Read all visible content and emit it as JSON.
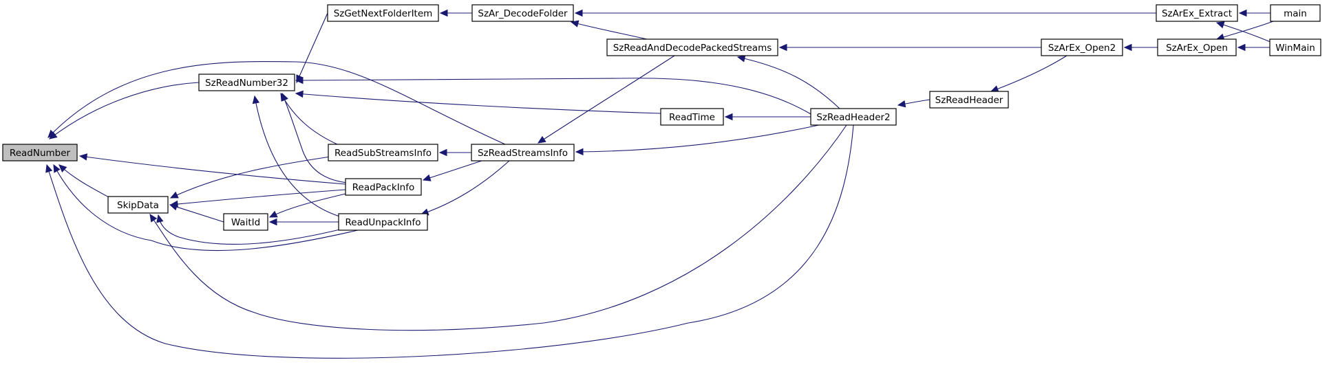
{
  "colors": {
    "edge": "#191970",
    "node_fill": "#ffffff",
    "root_fill": "#bfbfbf",
    "node_border": "#000000"
  },
  "nodes": [
    {
      "id": "ReadNumber",
      "label": "ReadNumber",
      "root": true
    },
    {
      "id": "SzReadNumber32",
      "label": "SzReadNumber32"
    },
    {
      "id": "SkipData",
      "label": "SkipData"
    },
    {
      "id": "WaitId",
      "label": "WaitId"
    },
    {
      "id": "SzGetNextFolderItem",
      "label": "SzGetNextFolderItem"
    },
    {
      "id": "ReadSubStreamsInfo",
      "label": "ReadSubStreamsInfo"
    },
    {
      "id": "ReadPackInfo",
      "label": "ReadPackInfo"
    },
    {
      "id": "ReadUnpackInfo",
      "label": "ReadUnpackInfo"
    },
    {
      "id": "SzAr_DecodeFolder",
      "label": "SzAr_DecodeFolder"
    },
    {
      "id": "SzReadStreamsInfo",
      "label": "SzReadStreamsInfo"
    },
    {
      "id": "SzReadAndDecodePackedStreams",
      "label": "SzReadAndDecodePackedStreams"
    },
    {
      "id": "ReadTime",
      "label": "ReadTime"
    },
    {
      "id": "SzReadHeader2",
      "label": "SzReadHeader2"
    },
    {
      "id": "SzReadHeader",
      "label": "SzReadHeader"
    },
    {
      "id": "SzArEx_Open2",
      "label": "SzArEx_Open2"
    },
    {
      "id": "SzArEx_Extract",
      "label": "SzArEx_Extract"
    },
    {
      "id": "SzArEx_Open",
      "label": "SzArEx_Open"
    },
    {
      "id": "main",
      "label": "main"
    },
    {
      "id": "WinMain",
      "label": "WinMain"
    }
  ],
  "edges": [
    {
      "from": "SzReadNumber32",
      "to": "ReadNumber"
    },
    {
      "from": "SkipData",
      "to": "ReadNumber"
    },
    {
      "from": "SzReadStreamsInfo",
      "to": "ReadNumber"
    },
    {
      "from": "ReadPackInfo",
      "to": "ReadNumber"
    },
    {
      "from": "ReadUnpackInfo",
      "to": "ReadNumber"
    },
    {
      "from": "SzReadHeader2",
      "to": "ReadNumber"
    },
    {
      "from": "SzGetNextFolderItem",
      "to": "SzReadNumber32"
    },
    {
      "from": "ReadSubStreamsInfo",
      "to": "SzReadNumber32"
    },
    {
      "from": "ReadPackInfo",
      "to": "SzReadNumber32"
    },
    {
      "from": "ReadUnpackInfo",
      "to": "SzReadNumber32"
    },
    {
      "from": "ReadTime",
      "to": "SzReadNumber32"
    },
    {
      "from": "SzReadHeader2",
      "to": "SzReadNumber32"
    },
    {
      "from": "ReadSubStreamsInfo",
      "to": "SkipData"
    },
    {
      "from": "ReadPackInfo",
      "to": "SkipData"
    },
    {
      "from": "WaitId",
      "to": "SkipData"
    },
    {
      "from": "ReadUnpackInfo",
      "to": "SkipData"
    },
    {
      "from": "SzReadHeader2",
      "to": "SkipData"
    },
    {
      "from": "ReadPackInfo",
      "to": "WaitId"
    },
    {
      "from": "ReadUnpackInfo",
      "to": "WaitId"
    },
    {
      "from": "SzAr_DecodeFolder",
      "to": "SzGetNextFolderItem"
    },
    {
      "from": "SzReadStreamsInfo",
      "to": "ReadSubStreamsInfo"
    },
    {
      "from": "SzReadStreamsInfo",
      "to": "ReadPackInfo"
    },
    {
      "from": "SzReadStreamsInfo",
      "to": "ReadUnpackInfo"
    },
    {
      "from": "SzArEx_Extract",
      "to": "SzAr_DecodeFolder"
    },
    {
      "from": "SzReadAndDecodePackedStreams",
      "to": "SzAr_DecodeFolder"
    },
    {
      "from": "SzReadAndDecodePackedStreams",
      "to": "SzReadStreamsInfo"
    },
    {
      "from": "SzReadHeader2",
      "to": "SzReadStreamsInfo"
    },
    {
      "from": "SzArEx_Open2",
      "to": "SzReadAndDecodePackedStreams"
    },
    {
      "from": "SzReadHeader2",
      "to": "SzReadAndDecodePackedStreams"
    },
    {
      "from": "SzReadHeader2",
      "to": "ReadTime"
    },
    {
      "from": "SzReadHeader",
      "to": "SzReadHeader2"
    },
    {
      "from": "SzArEx_Open2",
      "to": "SzReadHeader"
    },
    {
      "from": "SzArEx_Open",
      "to": "SzArEx_Open2"
    },
    {
      "from": "main",
      "to": "SzArEx_Extract"
    },
    {
      "from": "WinMain",
      "to": "SzArEx_Extract"
    },
    {
      "from": "main",
      "to": "SzArEx_Open"
    },
    {
      "from": "WinMain",
      "to": "SzArEx_Open"
    }
  ]
}
